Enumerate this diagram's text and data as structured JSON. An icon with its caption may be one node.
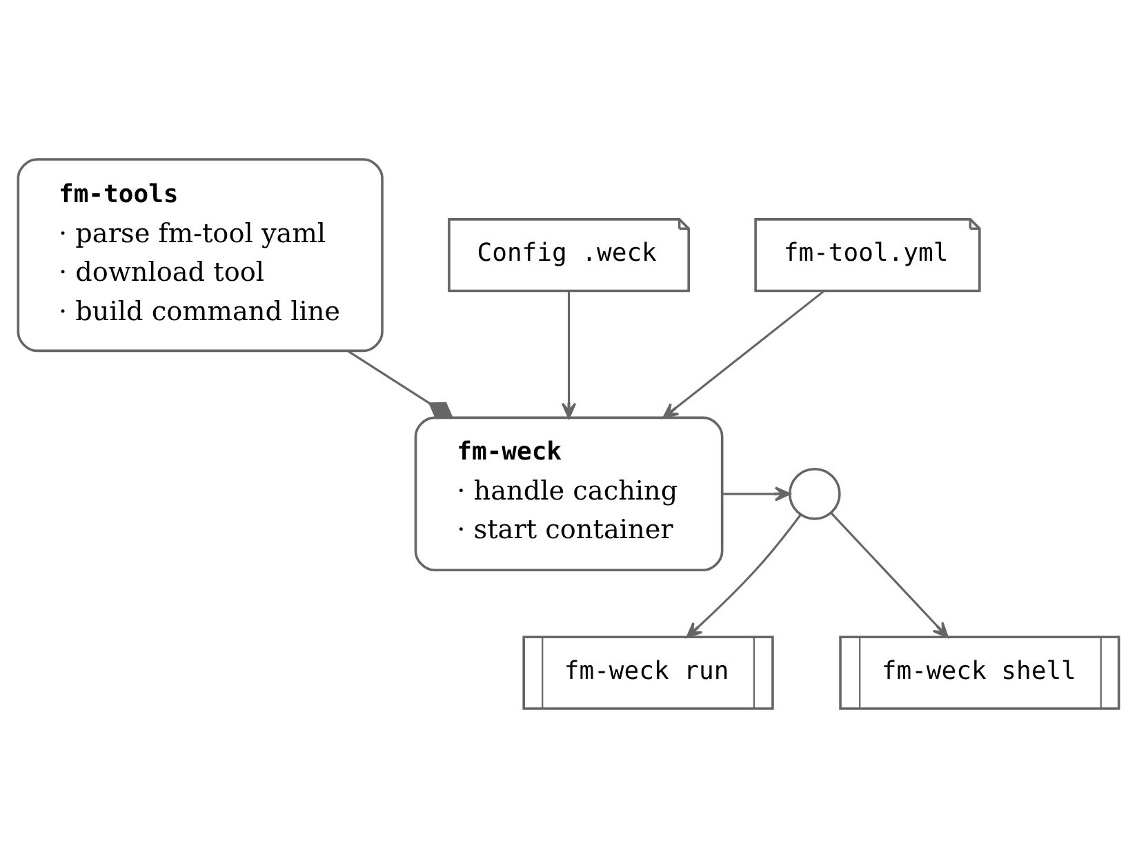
{
  "diagram": {
    "nodes": [
      {
        "text": [
          "fm-tools",
          "· parse fm-tool yaml",
          "· download tool",
          "· build command line"
        ]
      },
      {
        "text": [
          "fm-weck",
          "· handle caching",
          "· start container"
        ]
      },
      {
        "text": [],
        "shape": "circle"
      },
      {
        "text": [
          "fm-weck run"
        ]
      },
      {
        "text": [
          "fm-weck shell"
        ]
      },
      {
        "text": [
          "Config .weck"
        ]
      },
      {
        "text": [
          "fm-tool.yml"
        ]
      }
    ],
    "edges": [
      {
        "from": 0,
        "to": 1,
        "arrow": "other"
      },
      {
        "from": 1,
        "to": 2,
        "arrow": "to"
      },
      {
        "from": 2,
        "to": 3,
        "arrow": "to"
      },
      {
        "from": 2,
        "to": 4,
        "arrow": "to"
      },
      {
        "from": 5,
        "to": 1,
        "arrow": "to"
      },
      {
        "from": 6,
        "to": 1,
        "arrow": "to"
      }
    ]
  }
}
